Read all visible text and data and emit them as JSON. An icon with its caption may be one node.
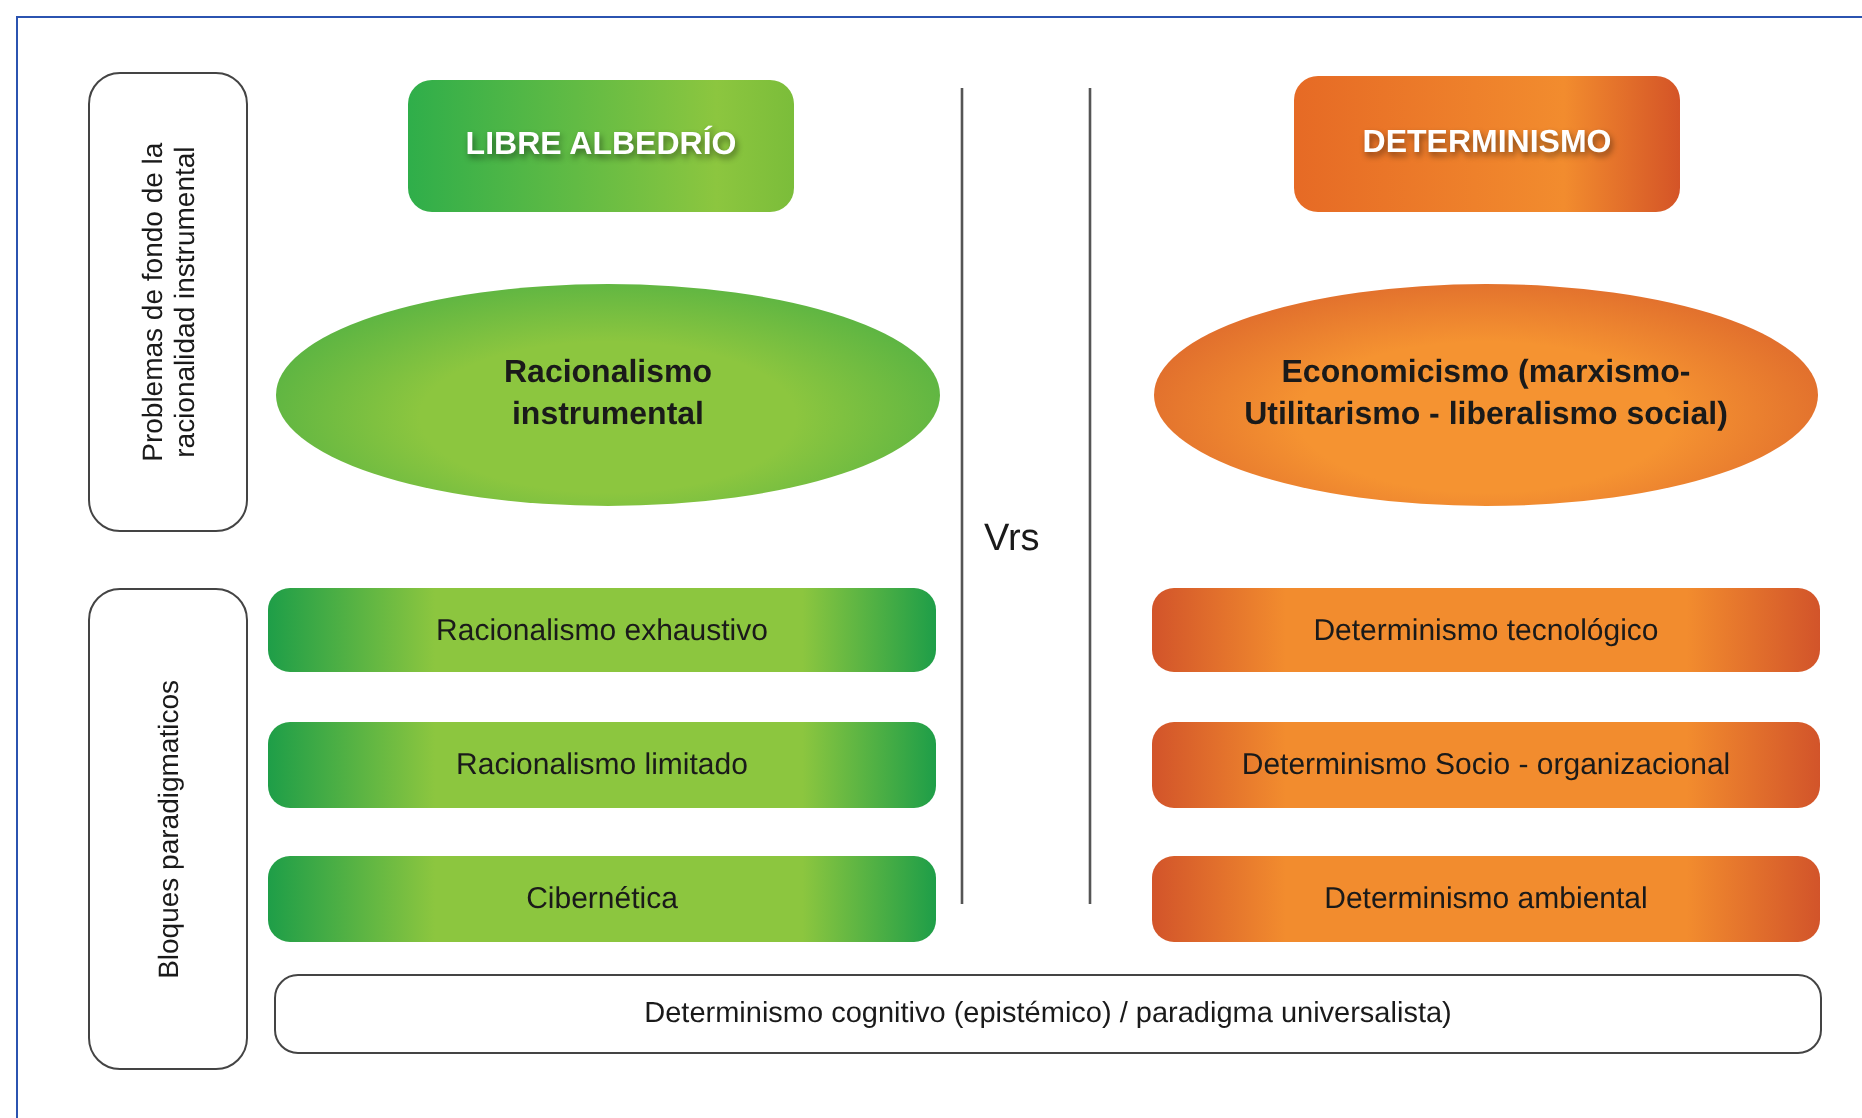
{
  "diagram": {
    "nodes": [
      {
        "text": [
          "Problemas de fondo de la racionalidad instrumental"
        ]
      },
      {
        "text": [
          "LIBRE ALBEDRÍO"
        ]
      },
      {
        "text": [
          "DETERMINISMO"
        ]
      },
      {
        "text": [
          "Racionalismo instrumental"
        ]
      },
      {
        "text": [
          "Economicismo (marxismo- Utilitarismo - liberalismo social)"
        ]
      },
      {
        "text": [
          "Bloques paradigmaticos"
        ]
      },
      {
        "text": [
          "Racionalismo exhaustivo"
        ]
      },
      {
        "text": [
          "Racionalismo limitado"
        ]
      },
      {
        "text": [
          "Cibernética"
        ]
      },
      {
        "text": [
          "Determinismo tecnológico"
        ]
      },
      {
        "text": [
          "Determinismo Socio - organizacional"
        ]
      },
      {
        "text": [
          "Determinismo ambiental"
        ]
      },
      {
        "text": [
          "Determinismo cognitivo (epistémico) / paradigma universalista)"
        ]
      }
    ],
    "labels": [
      "Vrs"
    ]
  }
}
